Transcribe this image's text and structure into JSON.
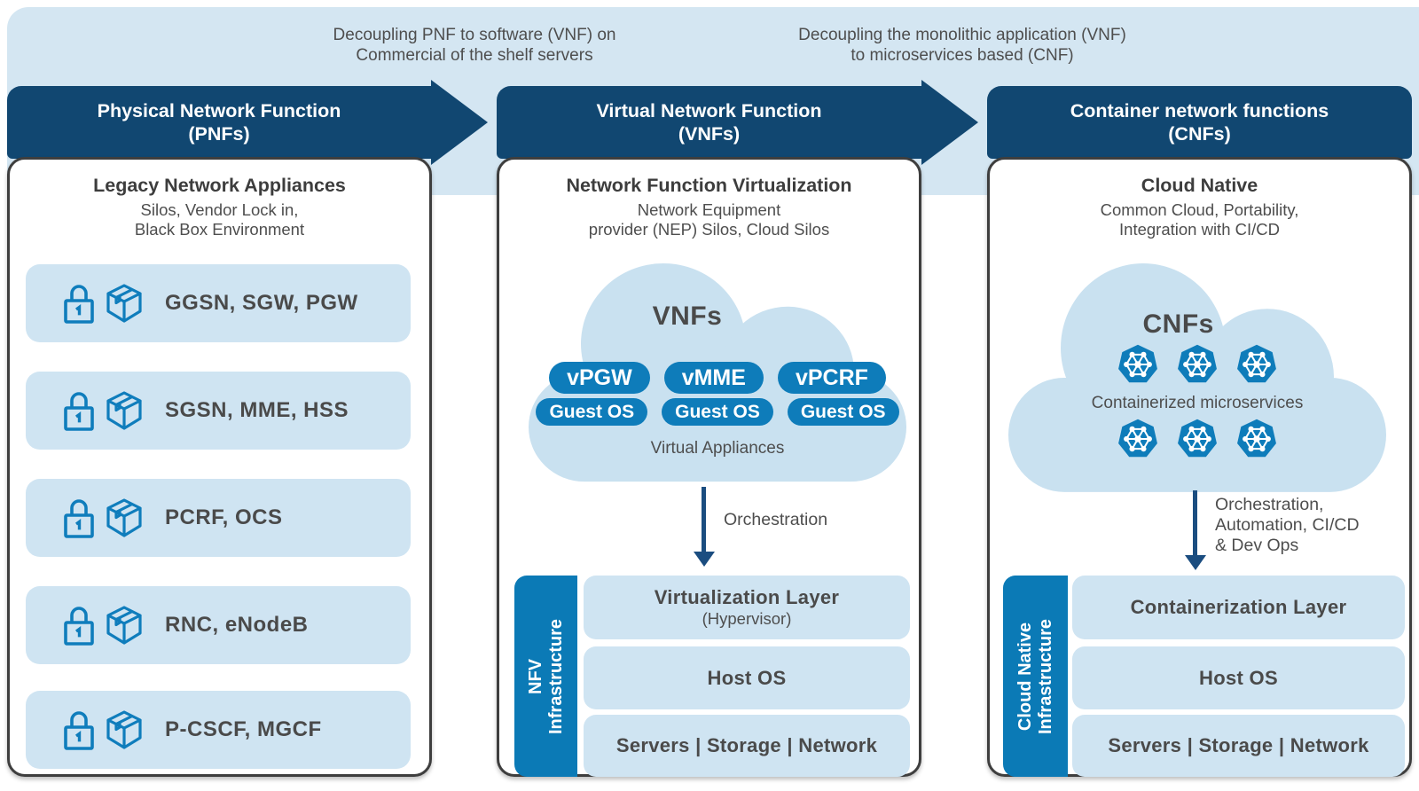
{
  "colors": {
    "navy_banner": "#114771",
    "mid_blue": "#0e7cba",
    "sidebar_blue": "#0b7ab6",
    "band_light_blue": "#d4e6f2",
    "cloud_light_blue": "#c9e1f0",
    "row_light_blue": "#cfe4f2",
    "text_dark_gray": "#4a4a4a",
    "arrow_navy": "#1b4d80"
  },
  "icons": {
    "lock": "lock-icon",
    "package": "package-icon",
    "kubernetes": "kubernetes-icon",
    "down_arrow": "down-arrow-icon",
    "banner_arrow": "right-arrow-banner"
  },
  "top_annotations": [
    {
      "text": "Decoupling PNF to software (VNF) on\nCommercial of the shelf servers"
    },
    {
      "text": "Decoupling the monolithic application (VNF)\nto microservices based (CNF)"
    }
  ],
  "stages": [
    {
      "banner_title": "Physical Network Function\n(PNFs)"
    },
    {
      "banner_title": "Virtual Network Function\n(VNFs)"
    },
    {
      "banner_title": "Container network functions\n(CNFs)"
    }
  ],
  "panels": {
    "pnf": {
      "title": "Legacy Network Appliances",
      "subtitle": "Silos, Vendor Lock in,\nBlack Box Environment",
      "rows": [
        "GGSN, SGW, PGW",
        "SGSN, MME, HSS",
        "PCRF, OCS",
        "RNC, eNodeB",
        "P-CSCF, MGCF"
      ]
    },
    "vnf": {
      "title": "Network Function Virtualization",
      "subtitle": "Network Equipment\nprovider (NEP) Silos, Cloud Silos",
      "cloud_label": "VNFs",
      "vnf_pills": [
        "vPGW",
        "vMME",
        "vPCRF"
      ],
      "guest_os_pills": [
        "Guest OS",
        "Guest OS",
        "Guest OS"
      ],
      "cloud_caption": "Virtual Appliances",
      "arrow_label": "Orchestration",
      "infra_label": "NFV\nInfrastructure",
      "layers": [
        {
          "title": "Virtualization Layer",
          "subtitle": "(Hypervisor)"
        },
        {
          "title": "Host OS"
        },
        {
          "title": "Servers | Storage | Network"
        }
      ]
    },
    "cnf": {
      "title": "Cloud Native",
      "subtitle": "Common Cloud, Portability,\nIntegration with CI/CD",
      "cloud_label": "CNFs",
      "cloud_caption": "Containerized microservices",
      "arrow_label": "Orchestration,\nAutomation, CI/CD\n& Dev Ops",
      "infra_label": "Cloud Native\nInfrastructure",
      "layers": [
        {
          "title": "Containerization Layer"
        },
        {
          "title": "Host OS"
        },
        {
          "title": "Servers | Storage | Network"
        }
      ]
    }
  }
}
